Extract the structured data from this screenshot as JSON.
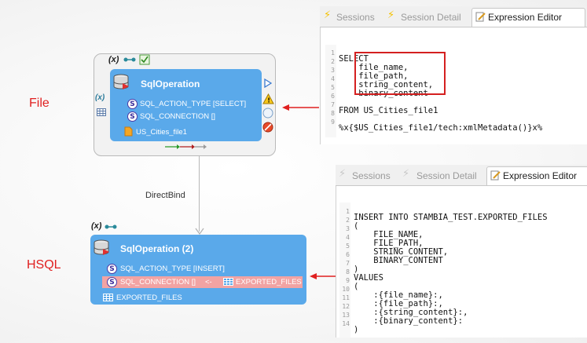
{
  "labels": {
    "file": "File",
    "hsql": "HSQL",
    "direct_bind": "DirectBind"
  },
  "op1": {
    "title": "SqlOperation",
    "action_type": "SQL_ACTION_TYPE [SELECT]",
    "connection": "SQL_CONNECTION []",
    "file": "US_Cities_file1"
  },
  "op2": {
    "title": "SqlOperation (2)",
    "action_type": "SQL_ACTION_TYPE [INSERT]",
    "connection": "SQL_CONNECTION []",
    "arrow": "<-",
    "bind_target": "EXPORTED_FILES",
    "table": "EXPORTED_FILES"
  },
  "editor1": {
    "tabs": [
      "Sessions",
      "Session Detail",
      "Expression Editor"
    ],
    "lines": [
      "SELECT",
      "    file_name,",
      "    file_path,",
      "    string_content,",
      "    binary_content",
      "",
      "FROM US_Cities_file1",
      "",
      "%x{$US_Cities_file1/tech:xmlMetadata()}x%"
    ],
    "line_numbers": "1\n2\n3\n4\n5\n6\n7\n8\n9"
  },
  "editor2": {
    "tabs": [
      "Sessions",
      "Session Detail",
      "Expression Editor"
    ],
    "lines": [
      "INSERT INTO STAMBIA_TEST.EXPORTED_FILES",
      "(",
      "    FILE_NAME,",
      "    FILE_PATH,",
      "    STRING_CONTENT,",
      "    BINARY_CONTENT",
      ")",
      "VALUES",
      "(",
      "    :{file_name}:,",
      "    :{file_path}:,",
      "    :{string_content}:,",
      "    :{binary_content}:",
      ")"
    ],
    "line_numbers": "1\n2\n3\n4\n5\n6\n7\n8\n9\n10\n11\n12\n13\n14"
  },
  "colors": {
    "operation_fill": "#5aa9ea",
    "annotation_red": "#e02020",
    "connection_highlight": "#f2a3a3"
  }
}
